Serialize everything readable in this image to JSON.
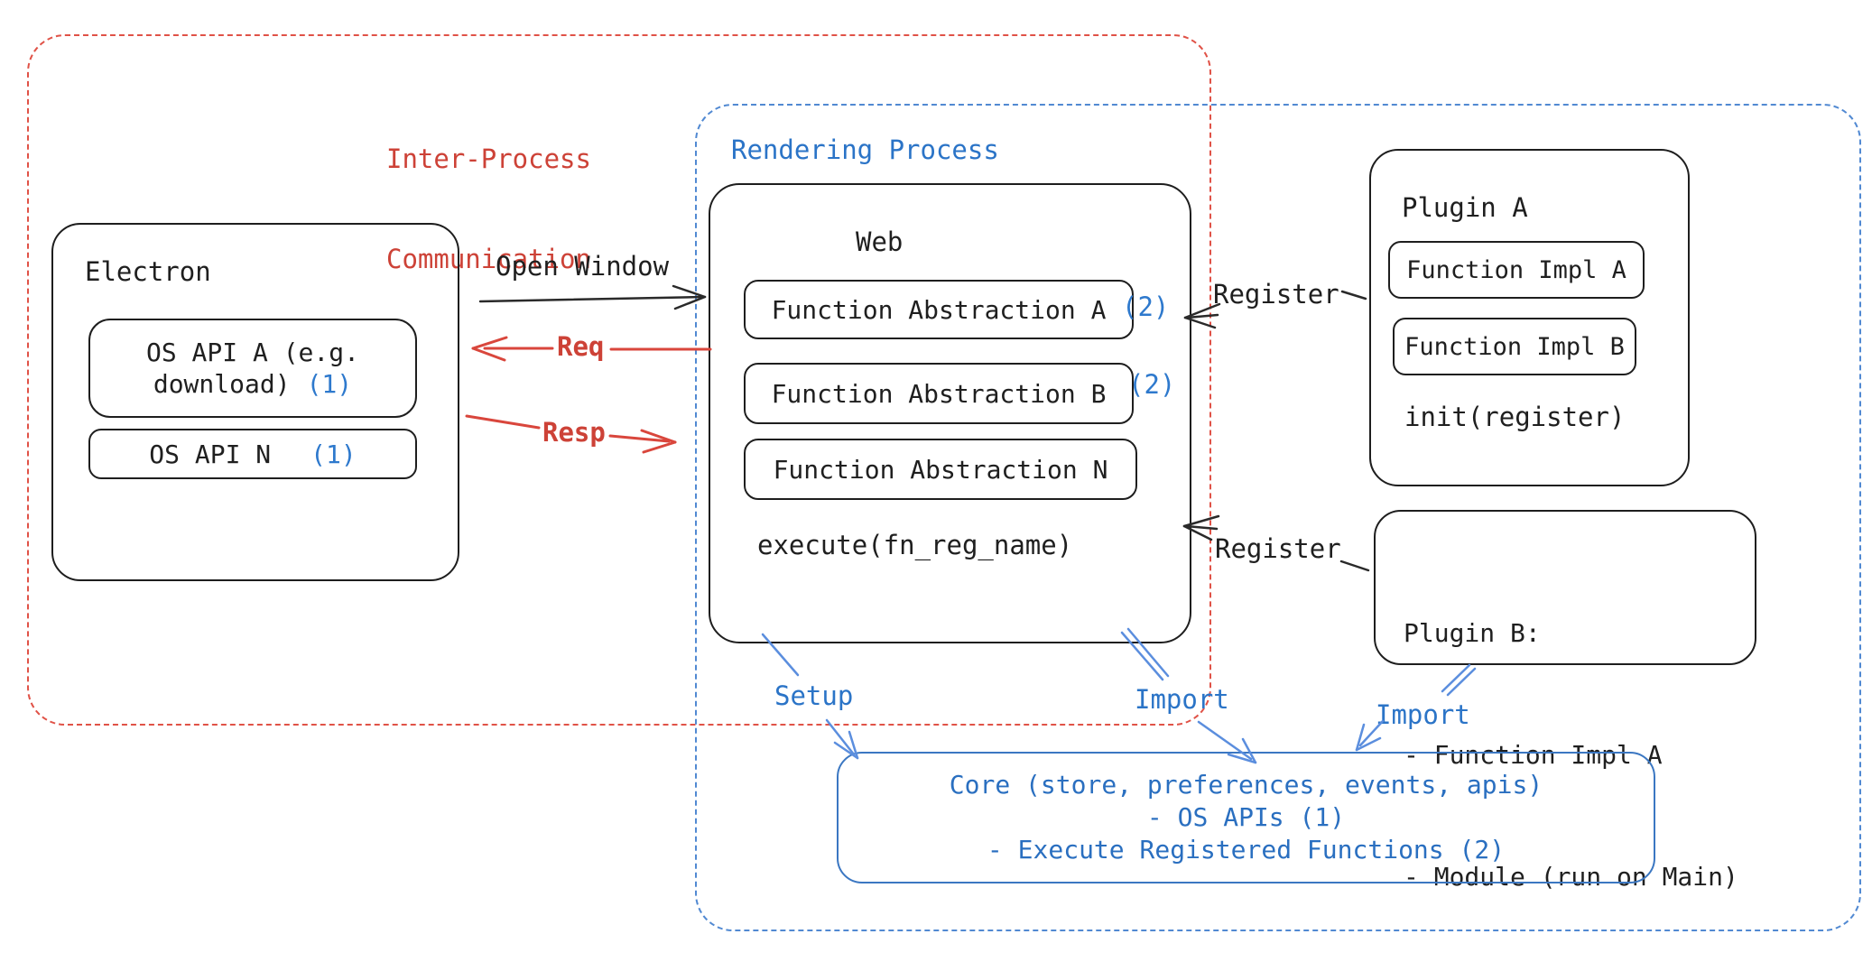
{
  "colors": {
    "ink": "#1f1f1f",
    "red_text": "#cd4237",
    "red_dash": "#e05247",
    "blue_text": "#2b74c7",
    "blue_ref": "#2e79cd",
    "blue_dash": "#5189d2",
    "blue_arrow": "#5b8ede",
    "core_border": "#3b77c2",
    "core_text": "#2a6fc0"
  },
  "ipc": {
    "line1": "Inter-Process",
    "line2": "Communication"
  },
  "rendering": {
    "label": "Rendering Process"
  },
  "electron": {
    "title": "Electron",
    "api_a": {
      "line1": "OS API A (e.g.",
      "line2": "download)",
      "ref": "(1)"
    },
    "api_n": {
      "label": "OS API N",
      "ref": "(1)"
    }
  },
  "web": {
    "title": "Web",
    "abstractions": [
      {
        "label": "Function Abstraction A",
        "ref": "(2)"
      },
      {
        "label": "Function Abstraction B",
        "ref": "(2)"
      },
      {
        "label": "Function Abstraction N",
        "ref": ""
      }
    ],
    "execute": "execute(fn_reg_name)"
  },
  "plugin_a": {
    "title": "Plugin A",
    "impl_a": "Function Impl A",
    "impl_b": "Function Impl B",
    "init": "init(register)"
  },
  "plugin_b": {
    "line1": "Plugin B:",
    "line2": "- Function Impl A",
    "line3": "- Module (run on Main)"
  },
  "core": {
    "line1": "Core (store, preferences, events, apis)",
    "line2": "- OS APIs (1)",
    "line3": "- Execute Registered Functions (2)"
  },
  "edges": {
    "open_window": {
      "label": "Open Window"
    },
    "req": {
      "label": "Req"
    },
    "resp": {
      "label": "Resp"
    },
    "register_top": {
      "label": "Register"
    },
    "register_bottom": {
      "label": "Register"
    },
    "setup": {
      "label": "Setup"
    },
    "import_web": {
      "label": "Import"
    },
    "import_plugin_b": {
      "label": "Import"
    }
  }
}
